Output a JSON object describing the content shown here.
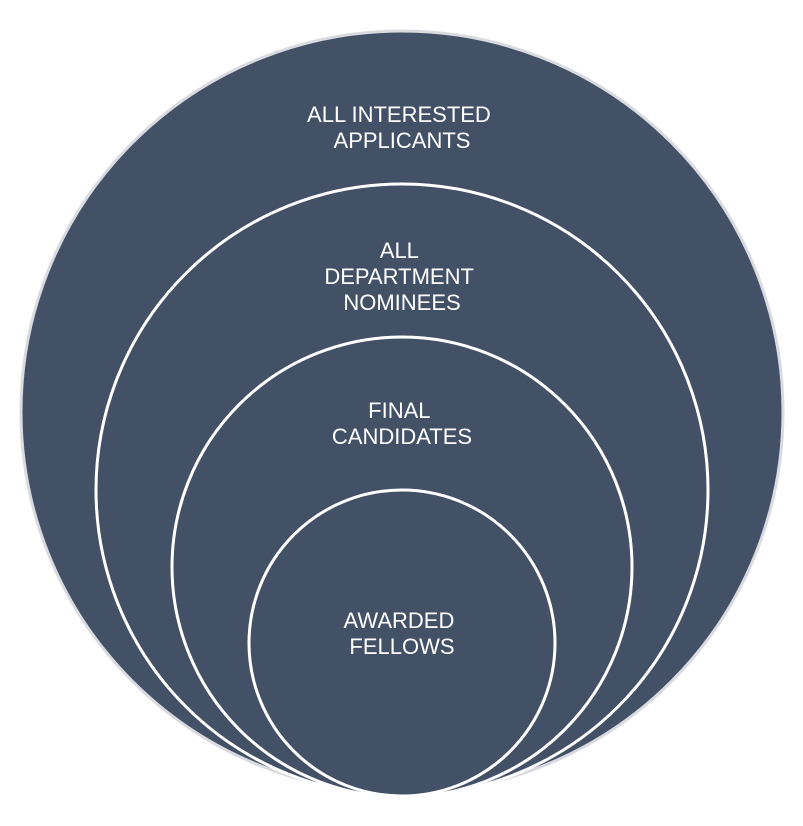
{
  "colors": {
    "fill": "#435167",
    "stroke": "#ffffff",
    "outer_stroke": "#d9dbe0",
    "text": "#ffffff"
  },
  "levels": [
    {
      "lines": [
        "ALL INTERESTED",
        "APPLICANTS"
      ]
    },
    {
      "lines": [
        "ALL",
        "DEPARTMENT",
        "NOMINEES"
      ]
    },
    {
      "lines": [
        "FINAL",
        "CANDIDATES"
      ]
    },
    {
      "lines": [
        "AWARDED",
        "FELLOWS"
      ]
    }
  ]
}
